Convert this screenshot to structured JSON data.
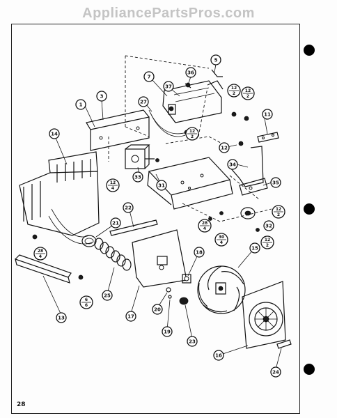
{
  "watermark": "AppliancePartsPros.com",
  "page_number": "28",
  "callouts": {
    "c1": "1",
    "c3": "3",
    "c5": "5",
    "c7": "7",
    "c11": "11",
    "c12": "12",
    "c13": "13",
    "c14": "14",
    "c15": "15",
    "c16": "16",
    "c17": "17",
    "c18": "18",
    "c19": "19",
    "c20": "20",
    "c21": "21",
    "c22": "22",
    "c23": "23",
    "c24": "24",
    "c25": "25",
    "c27": "27",
    "c31": "31",
    "c32": "32",
    "c33": "33",
    "c34": "34",
    "c35": "35",
    "c36": "36",
    "c37": "37"
  },
  "fractions": {
    "f12_2a": {
      "num": "12",
      "den": "2"
    },
    "f12_2b": {
      "num": "12",
      "den": "2"
    },
    "f12_2c": {
      "num": "12",
      "den": "2"
    },
    "f12_2d": {
      "num": "12",
      "den": "2"
    },
    "f12_2e": {
      "num": "12",
      "den": "2"
    },
    "f12_4": {
      "num": "12",
      "den": "4"
    },
    "f28_4a": {
      "num": "28",
      "den": "4"
    },
    "f28_4b": {
      "num": "28",
      "den": "4"
    },
    "f30_4": {
      "num": "30",
      "den": "4"
    },
    "f6_6": {
      "num": "6",
      "den": "6"
    }
  }
}
